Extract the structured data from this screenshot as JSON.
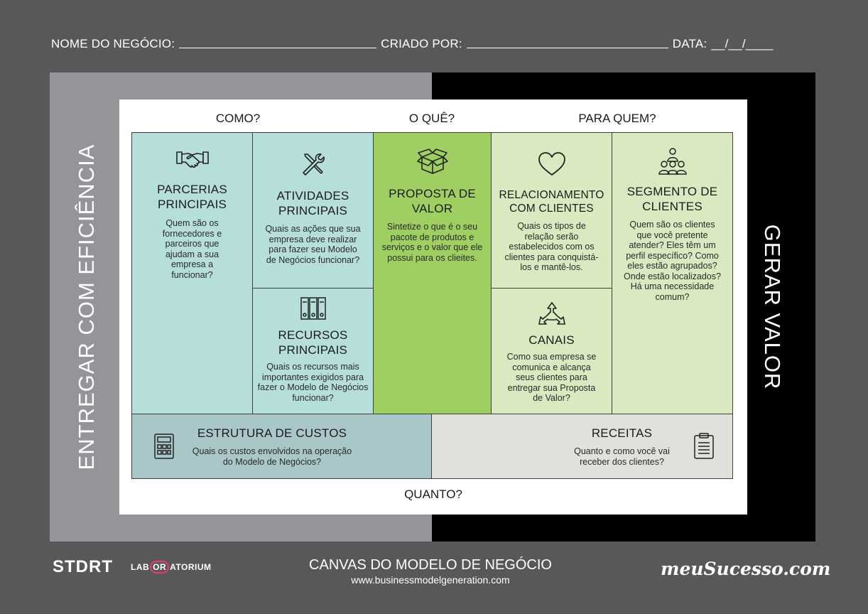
{
  "header": {
    "business_name_label": "NOME DO NEGÓCIO:",
    "created_by_label": "CRIADO POR:",
    "date_label": "DATA:",
    "date_placeholder": "__/__/____"
  },
  "side_labels": {
    "left": "ENTREGAR COM EFICIÊNCIA",
    "right": "GERAR VALOR"
  },
  "questions": {
    "how": "COMO?",
    "what": "O QUÊ?",
    "who": "PARA QUEM?",
    "how_much": "QUANTO?"
  },
  "blocks": {
    "partners": {
      "icon": "handshake-icon",
      "title": "PARCERIAS PRINCIPAIS",
      "desc": "Quem são os fornecedores e parceiros que ajudam a sua empresa a funcionar?"
    },
    "activities": {
      "icon": "tools-icon",
      "title": "ATIVIDADES PRINCIPAIS",
      "desc": "Quais as ações que sua empresa deve realizar para fazer seu Modelo de Negócios funcionar?"
    },
    "resources": {
      "icon": "binders-icon",
      "title": "RECURSOS PRINCIPAIS",
      "desc": "Quais os recursos mais importantes exigidos para fazer o Modelo de Negócios funcionar?"
    },
    "value": {
      "icon": "box-icon",
      "title": "PROPOSTA DE VALOR",
      "desc": "Sintetize o que é o seu pacote de produtos e serviços e o valor que ele possui para os clieites."
    },
    "relationship": {
      "icon": "heart-icon",
      "title": "RELACIONAMENTO COM CLIENTES",
      "desc": "Quais os tipos de relação serão estabelecidos com os clientes para conquistá-los e mantê-los."
    },
    "channels": {
      "icon": "channels-icon",
      "title": "CANAIS",
      "desc": "Como sua empresa se comunica e alcança seus clientes para entregar sua Proposta de Valor?"
    },
    "segments": {
      "icon": "people-icon",
      "title": "SEGMENTO DE CLIENTES",
      "desc": "Quem são os clientes que você pretente atender? Eles têm um perfil específico? Como eles estão agrupados? Onde estão localizados? Há uma necessidade comum?"
    },
    "costs": {
      "icon": "calculator-icon",
      "title": "ESTRUTURA DE CUSTOS",
      "desc": "Quais os custos envolvidos na operação do Modelo de Negócios?"
    },
    "revenue": {
      "icon": "clipboard-icon",
      "title": "RECEITAS",
      "desc": "Quanto e como você vai receber dos clientes?"
    }
  },
  "footer": {
    "title": "CANVAS DO MODELO DE NEGÓCIO",
    "url": "www.businessmodelgeneration.com",
    "logo_start": "STDRT",
    "logo_lab_a": "LAB",
    "logo_lab_or": "OR",
    "logo_lab_b": "ATORIUM",
    "logo_meusucesso": "meuSucesso.com"
  }
}
